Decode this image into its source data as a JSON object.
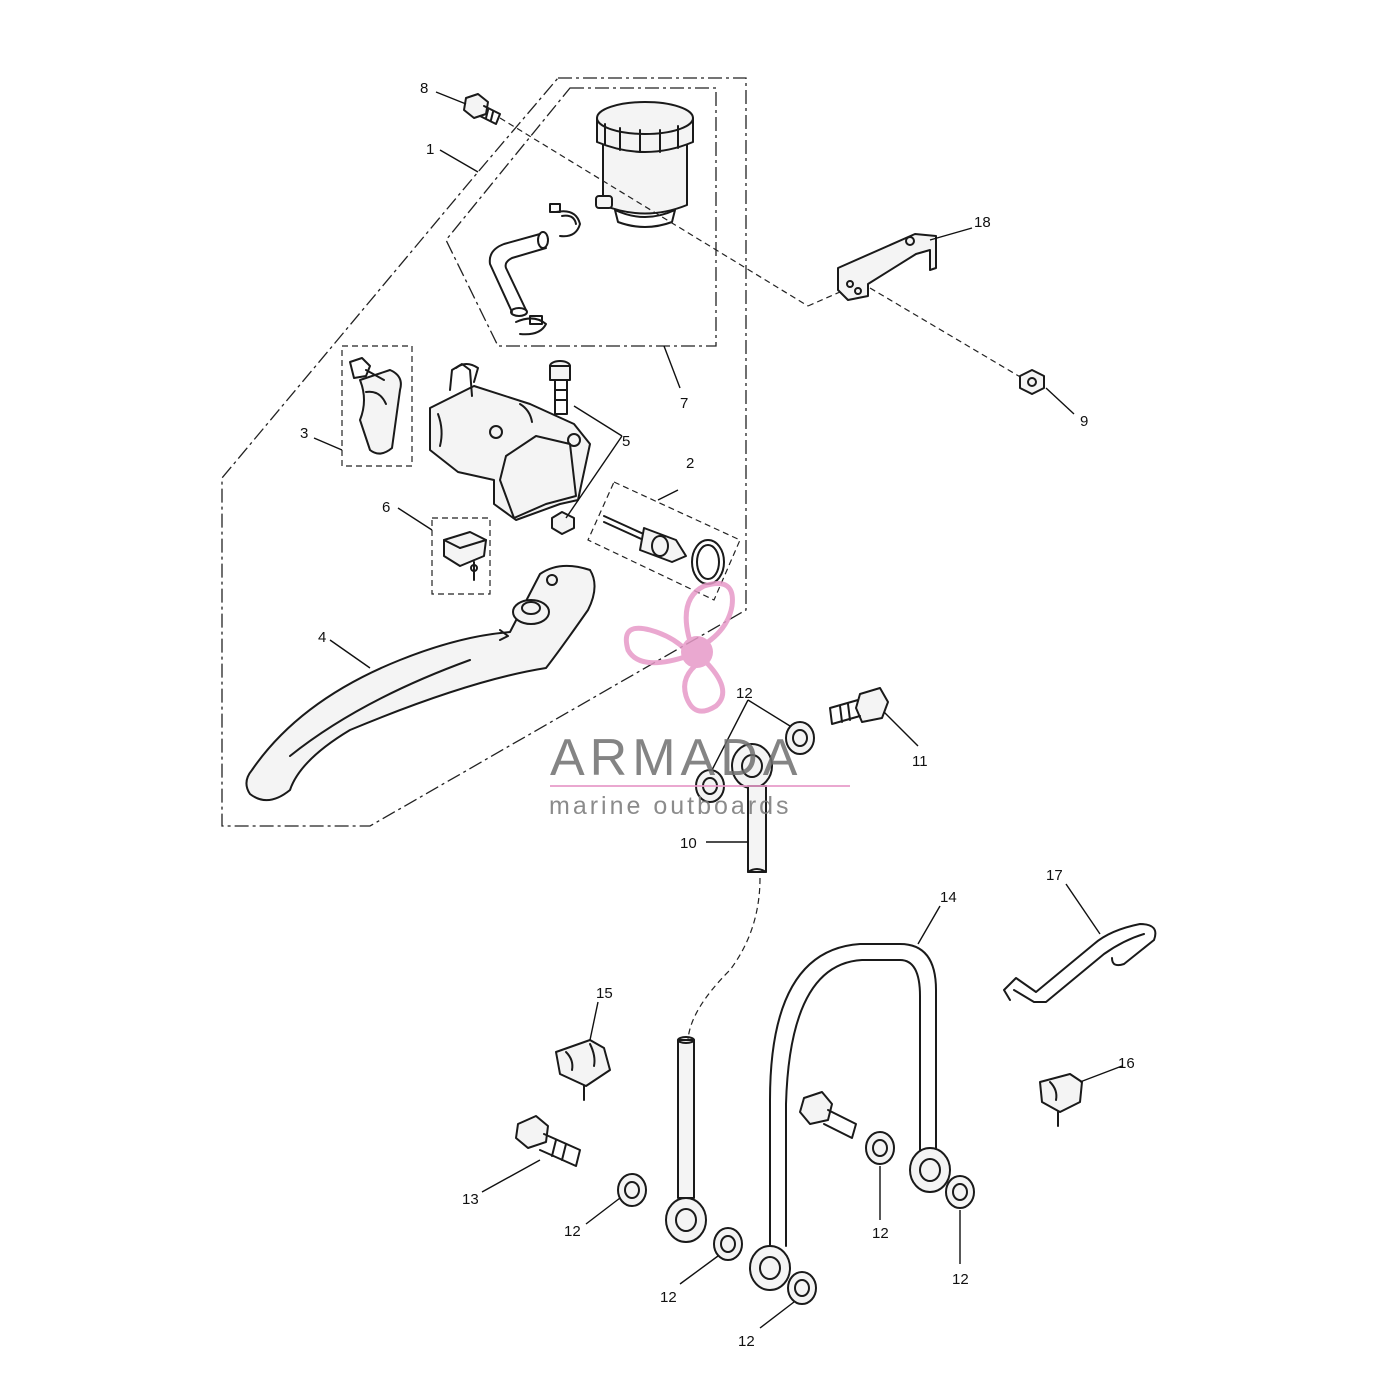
{
  "watermark": {
    "brand": "ARMADA",
    "tagline": "marine outboards",
    "logo_icon": "propeller-icon",
    "logo_color": "#e79ac8",
    "text_color": "#6f6f6f"
  },
  "callouts": [
    "1",
    "2",
    "3",
    "4",
    "5",
    "6",
    "7",
    "8",
    "9",
    "10",
    "11",
    "12",
    "13",
    "14",
    "15",
    "16",
    "17",
    "18"
  ],
  "repeated_callout": "12"
}
